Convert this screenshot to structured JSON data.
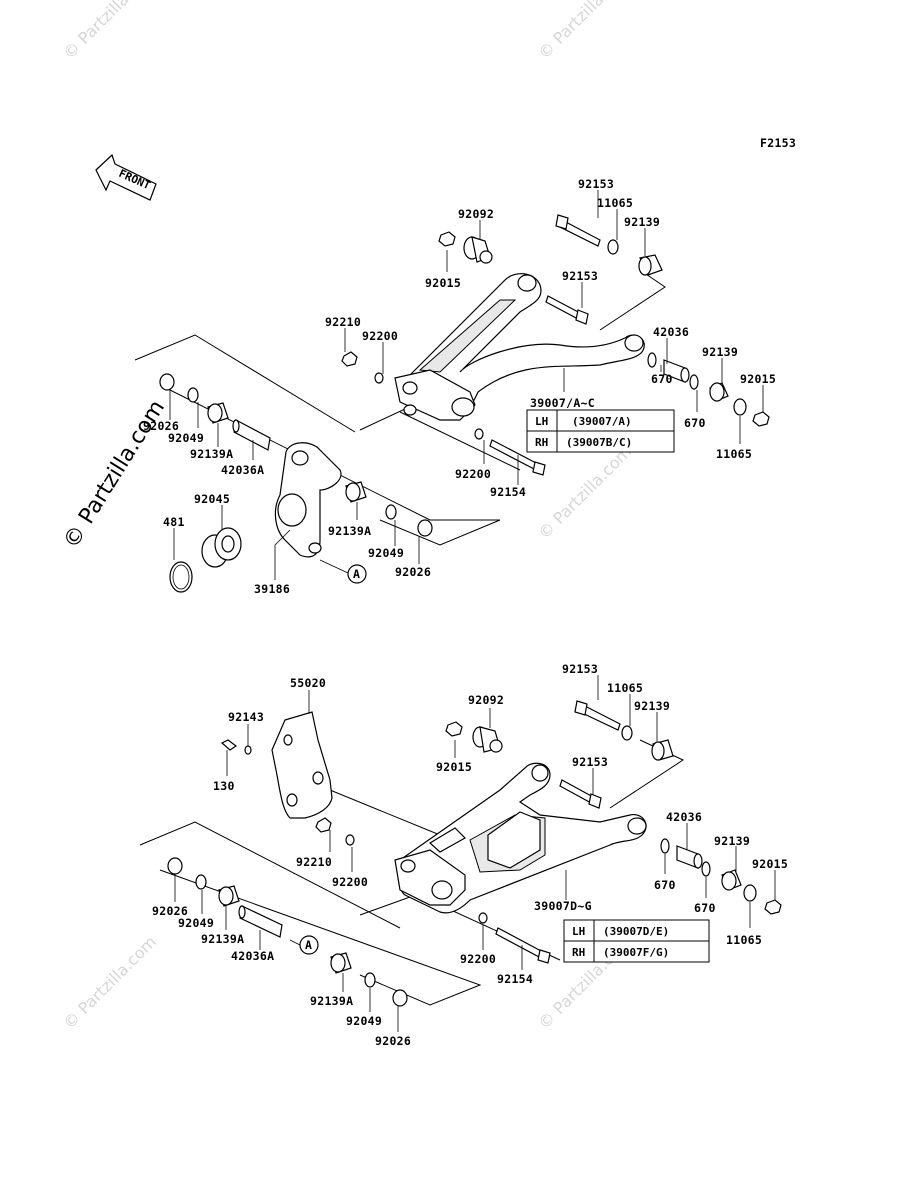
{
  "figure_code": "F2153",
  "front_label": "FRONT",
  "watermark": "© Partzilla.com",
  "top": {
    "labels": {
      "p92153a": "92153",
      "p11065a": "11065",
      "p92139a": "92139",
      "p92092": "92092",
      "p92015a": "92015",
      "p92153b": "92153",
      "p92210": "92210",
      "p92200a": "92200",
      "p42036": "42036",
      "p92139b": "92139",
      "p92015b": "92015",
      "p670a": "670",
      "p670b": "670",
      "p11065b": "11065",
      "p39007": "39007/A~C",
      "p92026a": "92026",
      "p92049a": "92049",
      "p92139A_a": "92139A",
      "p42036A": "42036A",
      "p92200b": "92200",
      "p92154": "92154",
      "p92045": "92045",
      "p481": "481",
      "p92139A_b": "92139A",
      "p92049b": "92049",
      "p92026b": "92026",
      "p39186": "39186",
      "markA": "A"
    },
    "table": [
      {
        "side": "LH",
        "code": "(39007/A)"
      },
      {
        "side": "RH",
        "code": "(39007B/C)"
      }
    ]
  },
  "bottom": {
    "labels": {
      "p55020": "55020",
      "p92143": "92143",
      "p130": "130",
      "p92092": "92092",
      "p92015a": "92015",
      "p92153a": "92153",
      "p11065a": "11065",
      "p92139a": "92139",
      "p92153b": "92153",
      "p42036": "42036",
      "p92139b": "92139",
      "p92015b": "92015",
      "p670a": "670",
      "p670b": "670",
      "p11065b": "11065",
      "p92210": "92210",
      "p92200a": "92200",
      "p39007": "39007D~G",
      "p92026a": "92026",
      "p92049a": "92049",
      "p92139A_a": "92139A",
      "p42036A": "42036A",
      "p92200b": "92200",
      "p92154": "92154",
      "p92139A_b": "92139A",
      "p92049b": "92049",
      "p92026b": "92026",
      "markA": "A"
    },
    "table": [
      {
        "side": "LH",
        "code": "(39007D/E)"
      },
      {
        "side": "RH",
        "code": "(39007F/G)"
      }
    ]
  }
}
